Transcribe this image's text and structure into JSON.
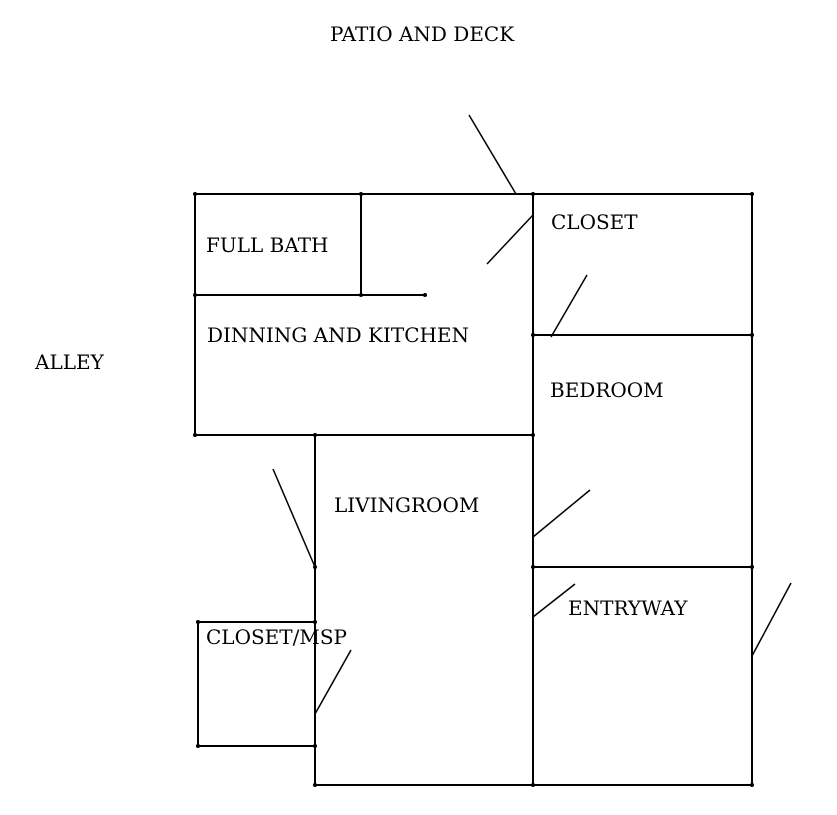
{
  "labels": {
    "patio": "PATIO AND DECK",
    "alley": "ALLEY",
    "full_bath": "FULL BATH",
    "dining_kitchen": "DINNING AND KITCHEN",
    "closet": "CLOSET",
    "bedroom": "BEDROOM",
    "livingroom": "LIVINGROOM",
    "entryway": "ENTRYWAY",
    "closet_msp": "CLOSET/MSP"
  },
  "colors": {
    "line": "#000000",
    "background": "#ffffff"
  }
}
